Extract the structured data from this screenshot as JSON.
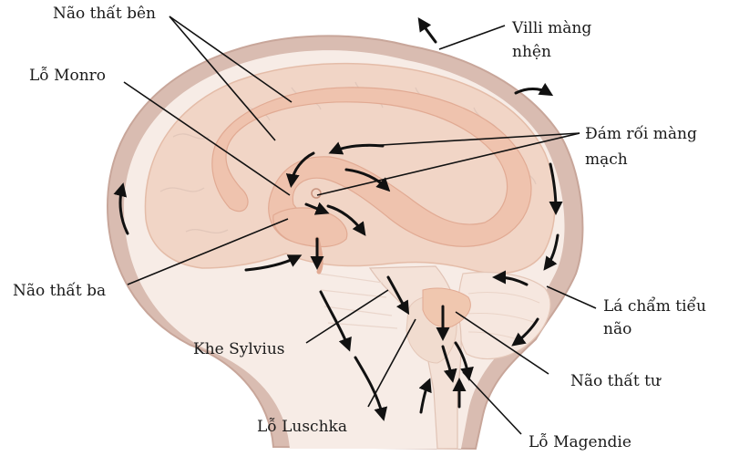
{
  "labels": {
    "lateral_ventricle": "Não thất bên",
    "foramen_monro": "Lỗ Monro",
    "third_ventricle": "Não thất ba",
    "sylvius": "Khe Sylvius",
    "luschka": "Lỗ Luschka",
    "magendie": "Lỗ Magendie",
    "fourth_ventricle": "Não thất tư",
    "cisterna_line1": "Lá chẩm tiểu",
    "cisterna_line2": "não",
    "villi_line1": "Villi màng",
    "villi_line2": "nhện",
    "plexus_line1": "Đám rối màng",
    "plexus_line2": "mạch"
  },
  "colors": {
    "outer_membrane": "#d9bcb1",
    "csf_space": "#f7ece6",
    "brain_tissue": "#f1d5c6",
    "ventricle": "#efc3ae",
    "arrow": "#111111",
    "leader_line": "#111111"
  }
}
